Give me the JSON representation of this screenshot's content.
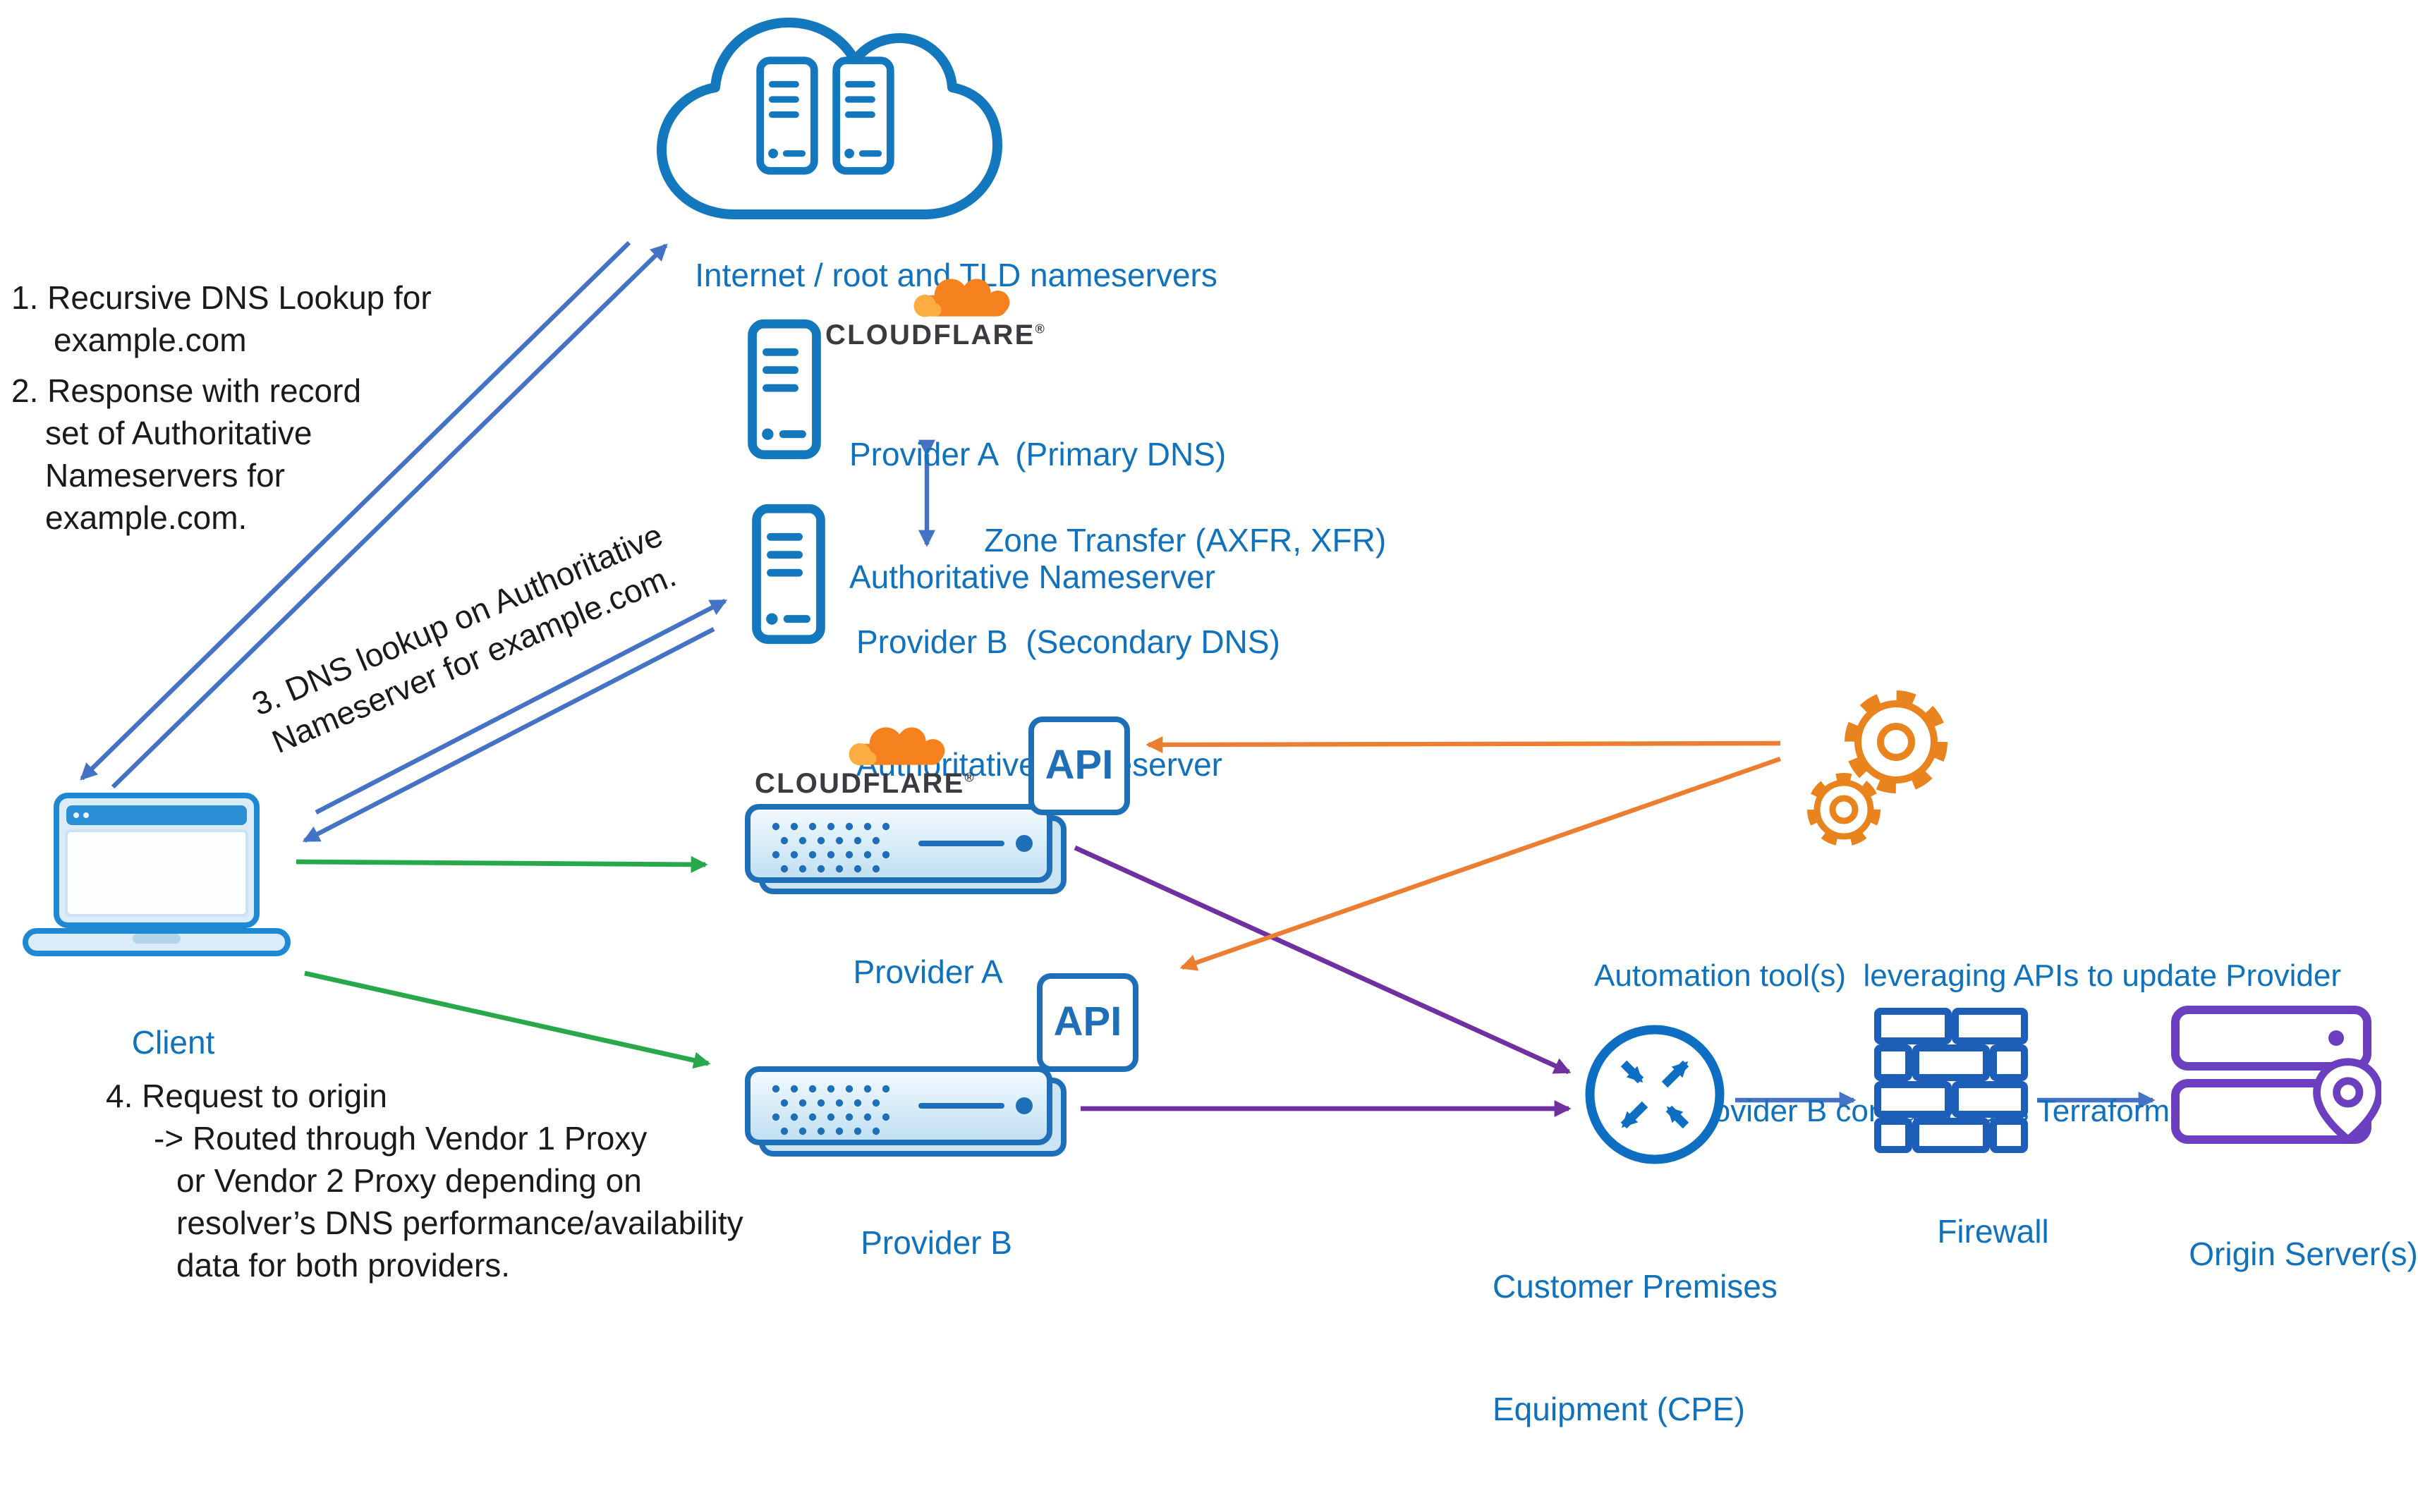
{
  "colors": {
    "label_blue": "#1071BC",
    "arrow_blue": "#4472C4",
    "arrow_green": "#28A84A",
    "arrow_purple": "#7030A0",
    "arrow_orange": "#ED7D31",
    "icon_blue": "#1378BE",
    "appliance_blue": "#1E6FB8",
    "firewall_blue": "#1D5FB8",
    "origin_purple": "#6B3FC0",
    "cloudflare_orange": "#F6821F",
    "cloudflare_light_orange": "#FBAD41"
  },
  "internet": {
    "label": "Internet / root and TLD nameservers"
  },
  "cloudflare": {
    "wordmark": "CLOUDFLARE",
    "reg": "®"
  },
  "provider_a_ns": {
    "line1": "Provider A  (Primary DNS)",
    "line2": "Authoritative Nameserver"
  },
  "zone_transfer": {
    "label": "Zone Transfer (AXFR, XFR)"
  },
  "provider_b_ns": {
    "line1": "Provider B  (Secondary DNS)",
    "line2": "Authoritative Nameserver"
  },
  "client": {
    "label": "Client"
  },
  "proxies": {
    "provider_a": "Provider A",
    "provider_b": "Provider B",
    "api_a": "API",
    "api_b": "API"
  },
  "automation": {
    "line1": "Automation tool(s)  leveraging APIs to update Provider",
    "line2": "A and Provider B configurations Terraform, etc.)"
  },
  "cpe": {
    "line1": "Customer Premises",
    "line2": "Equipment (CPE)"
  },
  "firewall": {
    "label": "Firewall"
  },
  "origin": {
    "label": "Origin Server(s)"
  },
  "steps": {
    "s1": {
      "l1": "1. Recursive DNS Lookup for",
      "l2": "example.com"
    },
    "s2": {
      "l1": "2. Response with record",
      "l2": "set of Authoritative",
      "l3": "Nameservers for",
      "l4": "example.com."
    },
    "s3": {
      "l1": "3. DNS lookup on Authoritative",
      "l2": "Nameserver for example.com."
    },
    "s4": {
      "l1": "4. Request to origin",
      "l2": "-> Routed through Vendor 1 Proxy",
      "l3": "or Vendor 2 Proxy depending on",
      "l4": "resolver’s DNS performance/availability",
      "l5": "data for both providers."
    }
  }
}
